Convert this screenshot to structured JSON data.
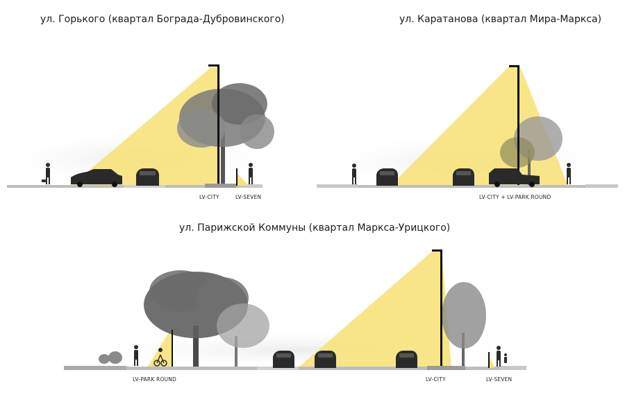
{
  "sections": [
    {
      "title": "ул. Горького (квартал Бограда-Дубровинского)",
      "labels": [
        "LV-CITY",
        "LV-SEVEN"
      ]
    },
    {
      "title": "ул. Каратанова (квартал Мира-Маркса)",
      "labels": [
        "LV-CITY + LV-PARK ROUND"
      ]
    },
    {
      "title": "ул. Парижской Коммуны (квартал Маркса-Урицкого)",
      "labels": [
        "LV-PARK ROUND",
        "LV-CITY",
        "LV-SEVEN"
      ]
    }
  ],
  "colors": {
    "light_cone": "#f7e27a",
    "ground": "#b5b5b5",
    "vehicle": "#2a2a2a",
    "tree": "#6f6f6f"
  }
}
